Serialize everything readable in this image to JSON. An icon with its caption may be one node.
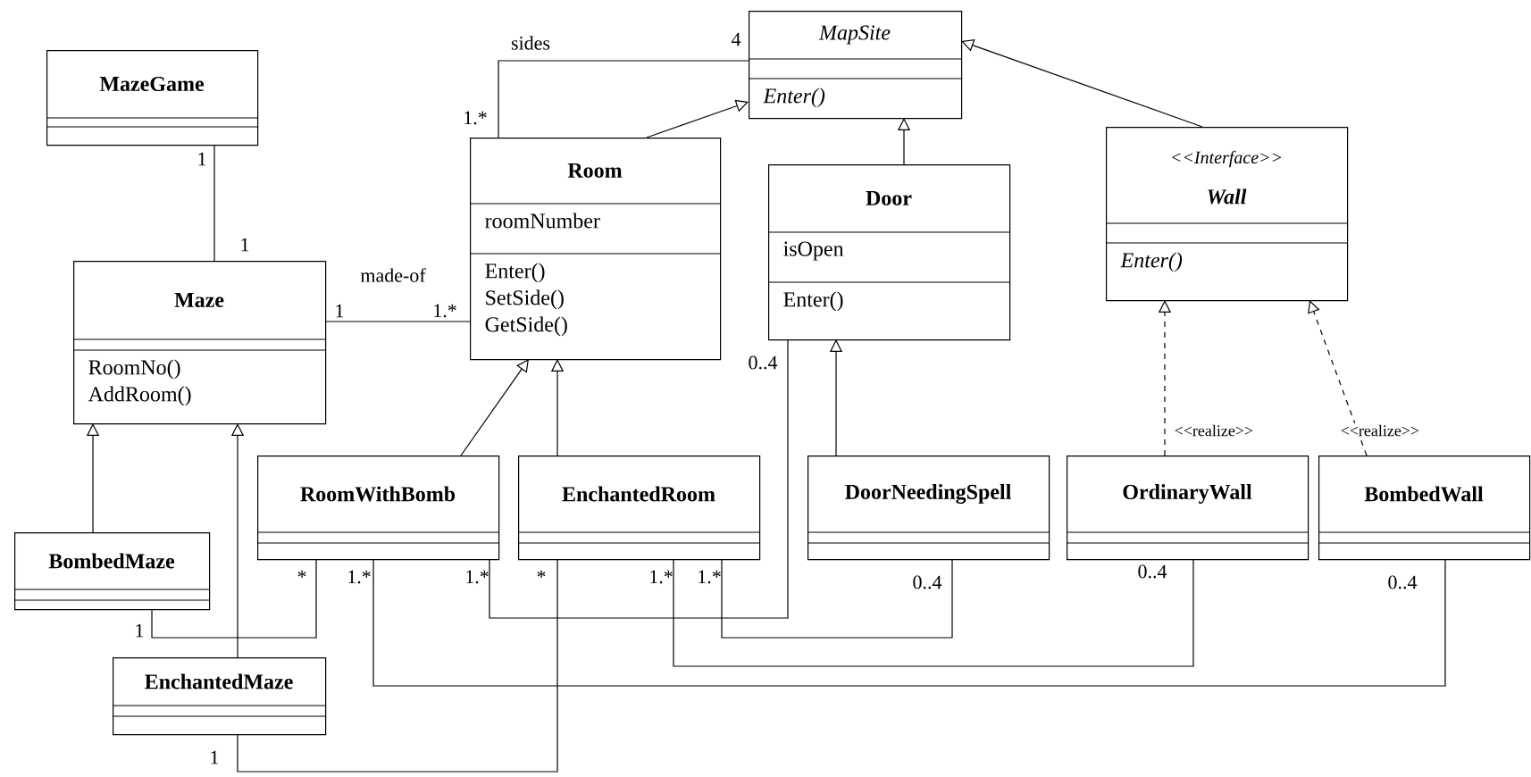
{
  "diagram": {
    "nodes": [
      {
        "text": [
          "MapSite",
          "Enter()"
        ]
      },
      {
        "text": [
          "MazeGame"
        ]
      },
      {
        "text": [
          "Room",
          "roomNumber",
          "Enter() SetSide() GetSide()"
        ]
      },
      {
        "text": [
          "Door",
          "isOpen",
          "Enter()"
        ]
      },
      {
        "text": [
          "<<Interface>>",
          "Wall",
          "Enter()"
        ]
      },
      {
        "text": [
          "Maze",
          "RoomNo() AddRoom()"
        ]
      },
      {
        "text": [
          "RoomWithBomb"
        ]
      },
      {
        "text": [
          "EnchantedRoom"
        ]
      },
      {
        "text": [
          "DoorNeedingSpell"
        ]
      },
      {
        "text": [
          "OrdinaryWall"
        ]
      },
      {
        "text": [
          "BombedWall"
        ]
      },
      {
        "text": [
          "BombedMaze"
        ]
      },
      {
        "text": [
          "EnchantedMaze"
        ]
      }
    ],
    "edges": [
      {
        "from": 1,
        "to": 5,
        "arrow": "none"
      },
      {
        "from": 5,
        "to": 2,
        "arrow": "none",
        "label": "made-of"
      },
      {
        "from": 2,
        "to": 0,
        "arrow": "none",
        "label": "sides"
      },
      {
        "from": 2,
        "to": 0,
        "arrow": "to"
      },
      {
        "from": 3,
        "to": 0,
        "arrow": "to"
      },
      {
        "from": 4,
        "to": 0,
        "arrow": "to"
      },
      {
        "from": 11,
        "to": 5,
        "arrow": "to"
      },
      {
        "from": 12,
        "to": 5,
        "arrow": "to"
      },
      {
        "from": 6,
        "to": 2,
        "arrow": "to"
      },
      {
        "from": 7,
        "to": 2,
        "arrow": "to"
      },
      {
        "from": 8,
        "to": 3,
        "arrow": "to"
      },
      {
        "from": 9,
        "to": 4,
        "arrow": "to",
        "style": "dashed",
        "label": "<<realize>>"
      },
      {
        "from": 10,
        "to": 4,
        "arrow": "to",
        "style": "dashed",
        "label": "<<realize>>"
      },
      {
        "from": 11,
        "to": 6,
        "arrow": "none"
      },
      {
        "from": 12,
        "to": 7,
        "arrow": "none"
      },
      {
        "from": 6,
        "to": 3,
        "arrow": "none"
      },
      {
        "from": 6,
        "to": 10,
        "arrow": "none"
      },
      {
        "from": 7,
        "to": 9,
        "arrow": "none"
      },
      {
        "from": 7,
        "to": 8,
        "arrow": "none"
      }
    ],
    "labels": [
      "4",
      "1.*",
      "1",
      "1",
      "1",
      "1.*",
      "0..4",
      "*",
      "1.*",
      "1.*",
      "*",
      "1.*",
      "1.*",
      "0..4",
      "0..4",
      "0..4",
      "1",
      "1"
    ]
  }
}
